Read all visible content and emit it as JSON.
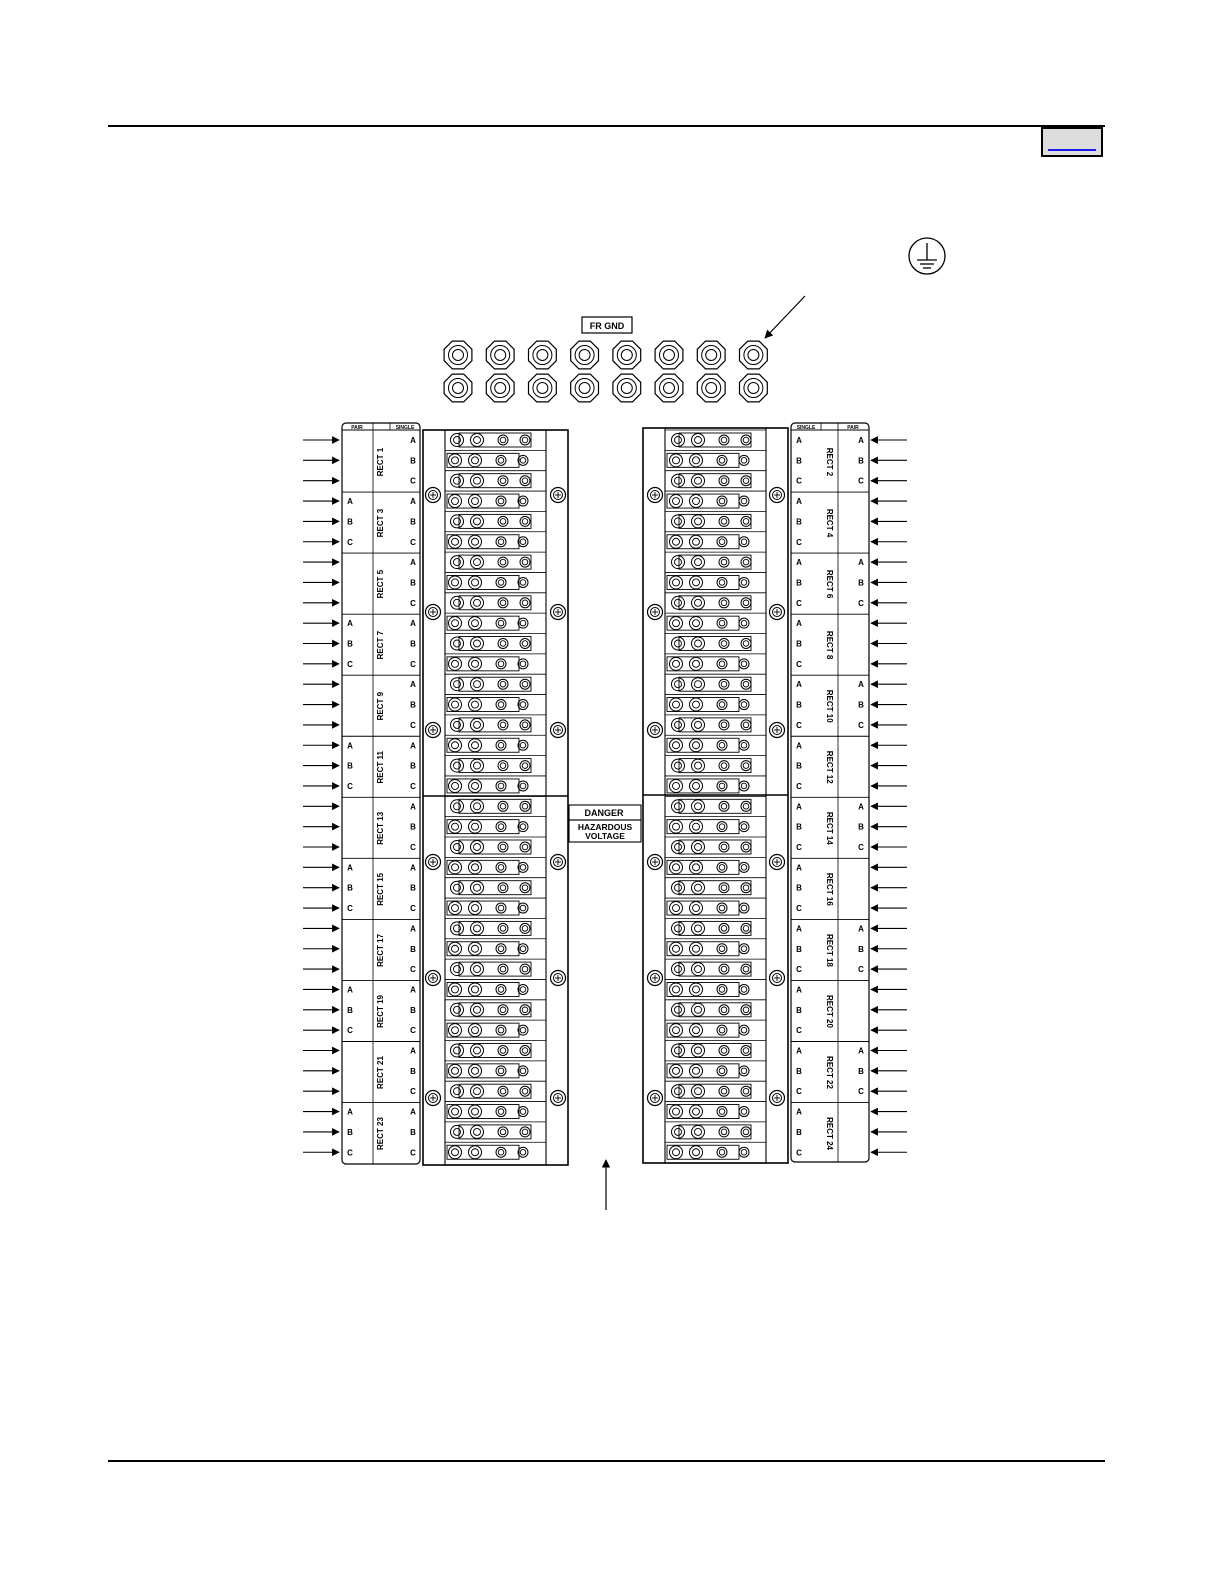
{
  "header": {
    "page_tab_label": ""
  },
  "frame_ground": {
    "label": "FR GND",
    "stud_count_per_row": 8,
    "stud_rows": 2
  },
  "column_headers": {
    "pair": "PAIR",
    "single": "SINGLE"
  },
  "phases": [
    "A",
    "B",
    "C"
  ],
  "left_rectifiers": [
    "RECT 1",
    "RECT 3",
    "RECT 5",
    "RECT 7",
    "RECT 9",
    "RECT 11",
    "RECT 13",
    "RECT 15",
    "RECT 17",
    "RECT 19",
    "RECT 21",
    "RECT 23"
  ],
  "right_rectifiers": [
    "RECT 2",
    "RECT 4",
    "RECT 6",
    "RECT 8",
    "RECT 10",
    "RECT 12",
    "RECT 14",
    "RECT 16",
    "RECT 18",
    "RECT 20",
    "RECT 22",
    "RECT 24"
  ],
  "warning_label": {
    "line1": "DANGER",
    "line2": "HAZARDOUS",
    "line3": "VOLTAGE"
  },
  "colors": {
    "line": "#000000",
    "background": "#ffffff",
    "page_tab_fill": "#dddddd",
    "page_tab_link": "#1a1aff"
  }
}
